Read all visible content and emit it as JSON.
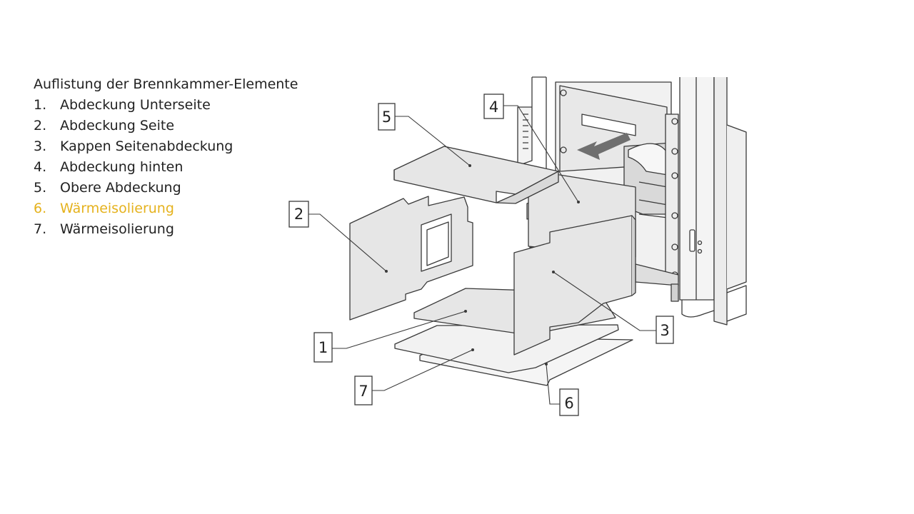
{
  "legend": {
    "title": "Auflistung der Brennkammer-Elemente",
    "items": [
      {
        "number": "1.",
        "label": "Abdeckung Unterseite",
        "highlighted": false
      },
      {
        "number": "2.",
        "label": "Abdeckung Seite",
        "highlighted": false
      },
      {
        "number": "3.",
        "label": "Kappen Seitenabdeckung",
        "highlighted": false
      },
      {
        "number": "4.",
        "label": "Abdeckung hinten",
        "highlighted": false
      },
      {
        "number": "5.",
        "label": "Obere Abdeckung",
        "highlighted": false
      },
      {
        "number": "6.",
        "label": "Wärmeisolierung",
        "highlighted": true
      },
      {
        "number": "7.",
        "label": "Wärmeisolierung",
        "highlighted": false
      }
    ]
  },
  "callouts": [
    "1",
    "2",
    "3",
    "4",
    "5",
    "6",
    "7"
  ],
  "colors": {
    "highlight": "#e5b21d",
    "text": "#222222",
    "panel_fill": "#e6e6e6",
    "outline": "#3a3a3a",
    "arrow": "#6f6f6f"
  }
}
